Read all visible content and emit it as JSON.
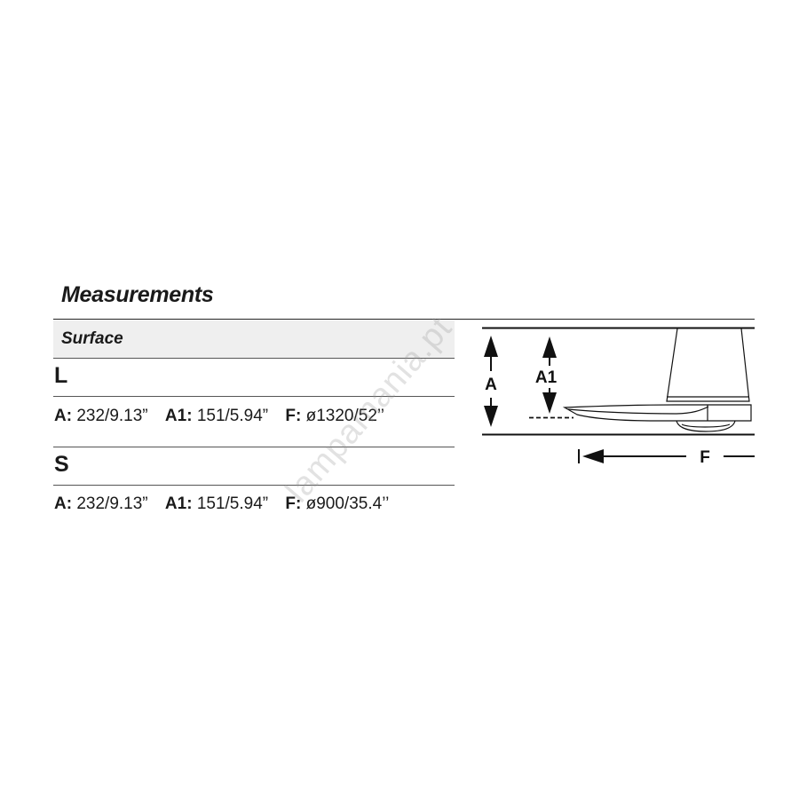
{
  "title": "Measurements",
  "mount_type": "Surface",
  "sizes": [
    {
      "name": "L",
      "specs": [
        {
          "key": "A:",
          "value": "232/9.13”"
        },
        {
          "key": "A1:",
          "value": "151/5.94”"
        },
        {
          "key": "F:",
          "value": "ø1320/52’’"
        }
      ]
    },
    {
      "name": "S",
      "specs": [
        {
          "key": "A:",
          "value": "232/9.13”"
        },
        {
          "key": "A1:",
          "value": "151/5.94”"
        },
        {
          "key": "F:",
          "value": "ø900/35.4’’"
        }
      ]
    }
  ],
  "diagram": {
    "label_a": "A",
    "label_a1": "A1",
    "label_f": "F"
  },
  "watermark": "lampamania.pt"
}
